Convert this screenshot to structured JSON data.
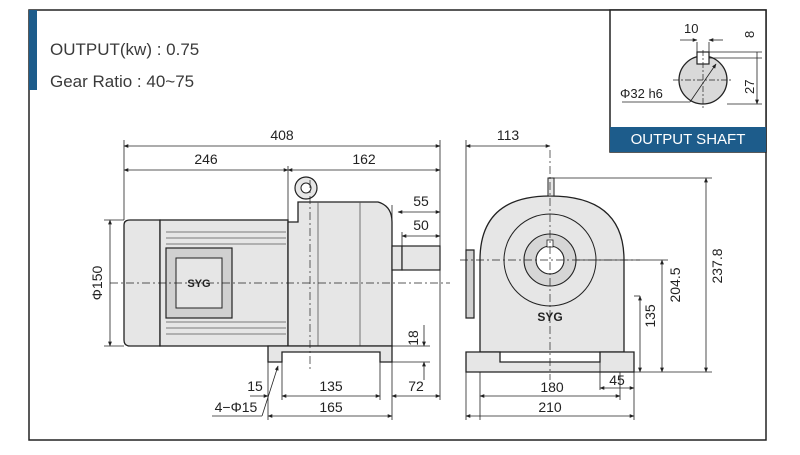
{
  "spec": {
    "output": "OUTPUT(kw) : 0.75",
    "gear_ratio": "Gear Ratio : 40~75"
  },
  "output_shaft": {
    "caption": "OUTPUT SHAFT",
    "key_width": "10",
    "key_depth": "8",
    "height_to_key": "27",
    "diameter": "Φ32 h6"
  },
  "side_view": {
    "overall_length": "408",
    "motor_length": "246",
    "gear_length": "162",
    "shaft_ext": "55",
    "shaft_len": "50",
    "motor_diameter": "Φ150",
    "foot_height": "18",
    "foot_edge": "15",
    "bolt_spacing": "135",
    "foot_to_end": "72",
    "foot_length": "165",
    "bolt_holes": "4−Φ15",
    "nameplate": "SYG"
  },
  "front_view": {
    "shaft_offset": "113",
    "shaft_height": "135",
    "center_height": "204.5",
    "overall_height": "237.8",
    "bolt_width": "180",
    "foot_width": "45",
    "base_width": "210",
    "nameplate": "SYG"
  },
  "colors": {
    "accent": "#1d5c8b",
    "body": "#e6e6e6",
    "line": "#222222"
  }
}
